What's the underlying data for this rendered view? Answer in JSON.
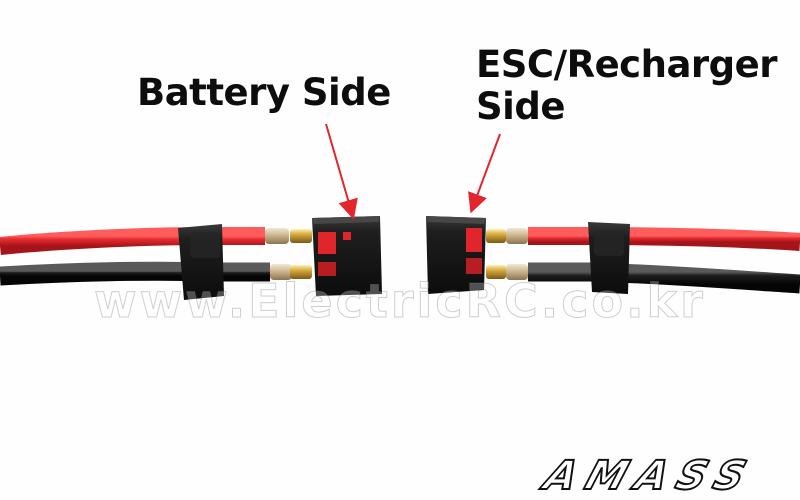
{
  "labels": {
    "battery_side": "Battery Side",
    "esc_side_line1": "ESC/Recharger",
    "esc_side_line2": "Side"
  },
  "watermark": "www.ElectricRC.co.kr",
  "brand_logo": "AMASS",
  "colors": {
    "wire_red": "#d21f26",
    "wire_black": "#141414",
    "connector_body": "#1b1b1b",
    "connector_red_mark": "#e0262b",
    "arrow": "#e3262d",
    "gold_pin": "#c9a23a",
    "background": "#ffffff"
  }
}
